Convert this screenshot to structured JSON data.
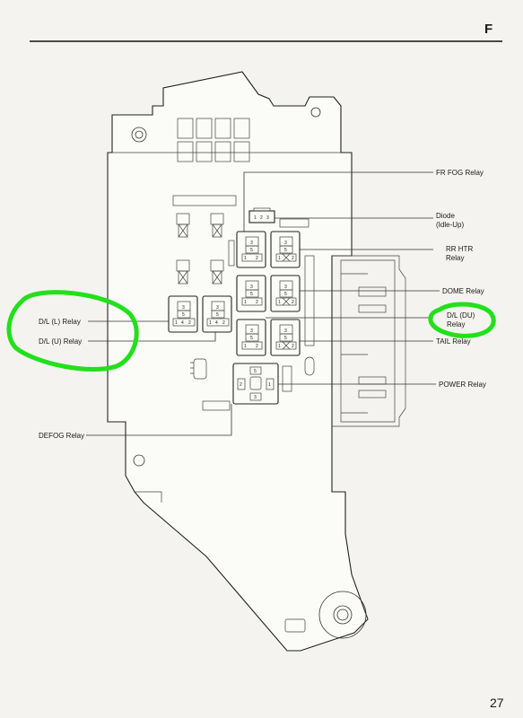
{
  "header": {
    "section_letter": "F"
  },
  "footer": {
    "page_number": "27"
  },
  "labels": {
    "fr_fog_relay": "FR FOG Relay",
    "diode_line1": "Diode",
    "diode_line2": "(Idle-Up)",
    "rr_htr_line1": "RR HTR",
    "rr_htr_line2": "Relay",
    "dome_relay": "DOME Relay",
    "dl_du_line1": "D/L (DU)",
    "dl_du_line2": "Relay",
    "tail_relay": "TAIL Relay",
    "power_relay": "POWER Relay",
    "dl_l_relay": "D/L (L) Relay",
    "dl_u_relay": "D/L (U) Relay",
    "defog_relay": "DEFOG Relay"
  },
  "relay_pins": {
    "top_a": "3",
    "top_b": "5",
    "bottom_a": "1",
    "bottom_b": "2",
    "four_pin_a": "1",
    "four_pin_b": "4",
    "four_pin_c": "2"
  },
  "diode_pins": [
    "1",
    "2",
    "3"
  ],
  "power_relay_pins": {
    "top": "5",
    "left": "2",
    "right": "1",
    "bottom": "3"
  },
  "annotation": {
    "highlight_color": "#22e01a"
  }
}
